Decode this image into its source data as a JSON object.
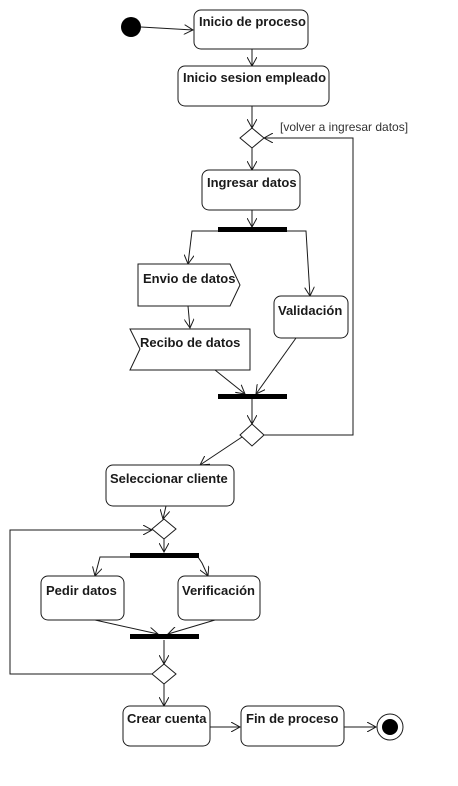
{
  "diagram": {
    "actions": {
      "inicio_proceso": "Inicio de proceso",
      "inicio_sesion": "Inicio sesion empleado",
      "ingresar_datos": "Ingresar datos",
      "envio_datos": "Envio de datos",
      "recibo_datos": "Recibo de datos",
      "validacion": "Validación",
      "seleccionar_cliente": "Seleccionar cliente",
      "pedir_datos": "Pedir datos",
      "verificacion": "Verificación",
      "crear_cuenta": "Crear cuenta",
      "fin_proceso": "Fin de proceso"
    },
    "guards": {
      "volver_ingresar": "[volver a ingresar datos]"
    }
  }
}
